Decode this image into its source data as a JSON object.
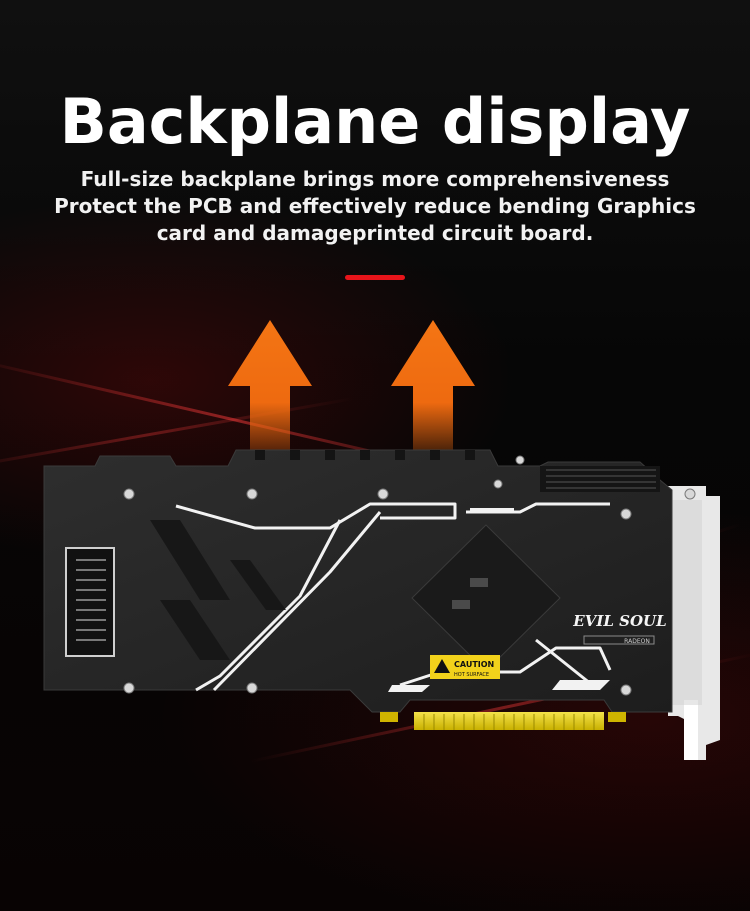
{
  "heading": {
    "title": "Backplane display",
    "subtitle": "Full-size backplane brings more comprehensiveness Protect the PCB and effectively reduce bending Graphics card and damageprinted circuit board."
  },
  "card": {
    "brand_text": "EVIL SOUL",
    "series_text": "RADEON",
    "caution_title": "CAUTION",
    "caution_sub": "HOT SURFACE"
  },
  "colors": {
    "accent": "#e8141a",
    "arrow": "#f26a12",
    "backplate": "#2a2a2a",
    "caution": "#f2d21b",
    "contacts": "#e8d200"
  },
  "icons": [
    "heat-up-arrow-icon",
    "caution-triangle-icon"
  ]
}
